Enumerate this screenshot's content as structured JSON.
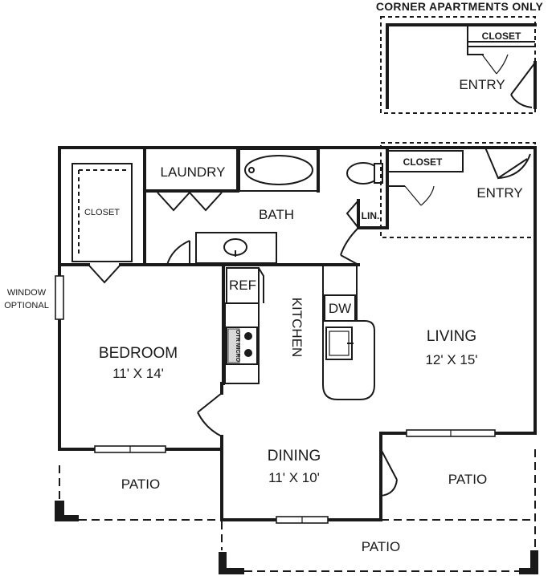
{
  "header": {
    "corner_note": "CORNER APARTMENTS ONLY"
  },
  "inset": {
    "closet": "CLOSET",
    "entry": "ENTRY"
  },
  "rooms": {
    "laundry": "LAUNDRY",
    "bath": "BATH",
    "closet_bedroom": "CLOSET",
    "closet_entry": "CLOSET",
    "entry": "ENTRY",
    "linen": "LIN.",
    "window_line1": "WINDOW",
    "window_line2": "OPTIONAL",
    "ref": "REF",
    "kitchen": "KITCHEN",
    "dw": "DW",
    "range_micro": "OTR MICRO",
    "bedroom_name": "BEDROOM",
    "bedroom_size": "11' X 14'",
    "living_name": "LIVING",
    "living_size": "12' X 15'",
    "dining_name": "DINING",
    "dining_size": "11' X 10'",
    "patio_left": "PATIO",
    "patio_right": "PATIO",
    "patio_bottom": "PATIO"
  }
}
